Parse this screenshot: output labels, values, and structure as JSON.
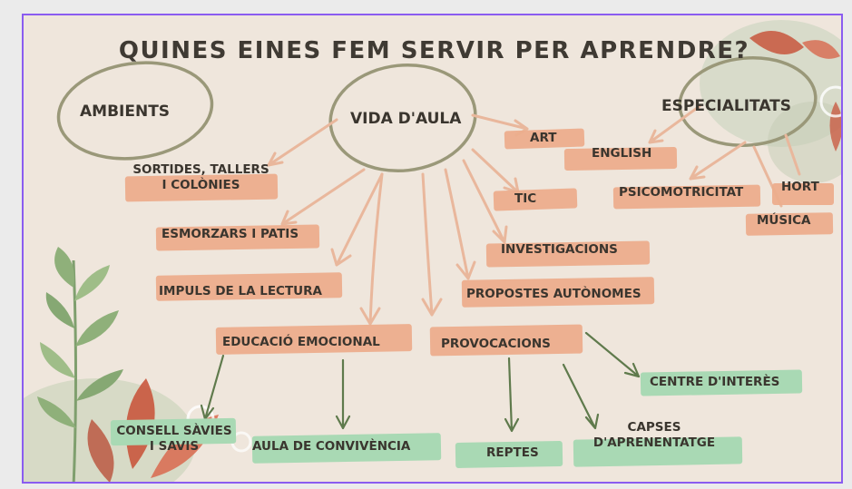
{
  "title": "QUINES EINES FEM SERVIR PER APRENDRE?",
  "nodes": {
    "ambients": "AMBIENTS",
    "vida_aula": "VIDA D'AULA",
    "especialitats": "ESPECIALITATS",
    "art": "ART",
    "english": "ENGLISH",
    "sortides": "SORTIDES, TALLERS\nI COLÒNIES",
    "tic": "TIC",
    "psicomotricitat": "PSICOMOTRICITAT",
    "hort": "HORT",
    "musica": "MÚSICA",
    "esmorzars": "ESMORZARS I PATIS",
    "investigacions": "INVESTIGACIONS",
    "impuls": "IMPULS DE LA LECTURA",
    "propostes": "PROPOSTES AUTÒNOMES",
    "educacio": "EDUCACIÓ EMOCIONAL",
    "provocacions": "PROVOCACIONS",
    "centre": "CENTRE D'INTERÈS",
    "consell": "CONSELL SÀVIES\nI SAVIS",
    "aula_convivencia": "AULA DE CONVIVÈNCIA",
    "reptes": "REPTES",
    "capses": "CAPSES\nD'APRENENTATGE"
  },
  "colors": {
    "border": "#8a5cf0",
    "background": "#efe6dc",
    "orange_highlight": "#ecad8c",
    "green_highlight": "#a9d9b4",
    "circle_stroke": "#9a9879",
    "arrow_orange": "#e9b79c",
    "arrow_green": "#5f7a4c"
  }
}
